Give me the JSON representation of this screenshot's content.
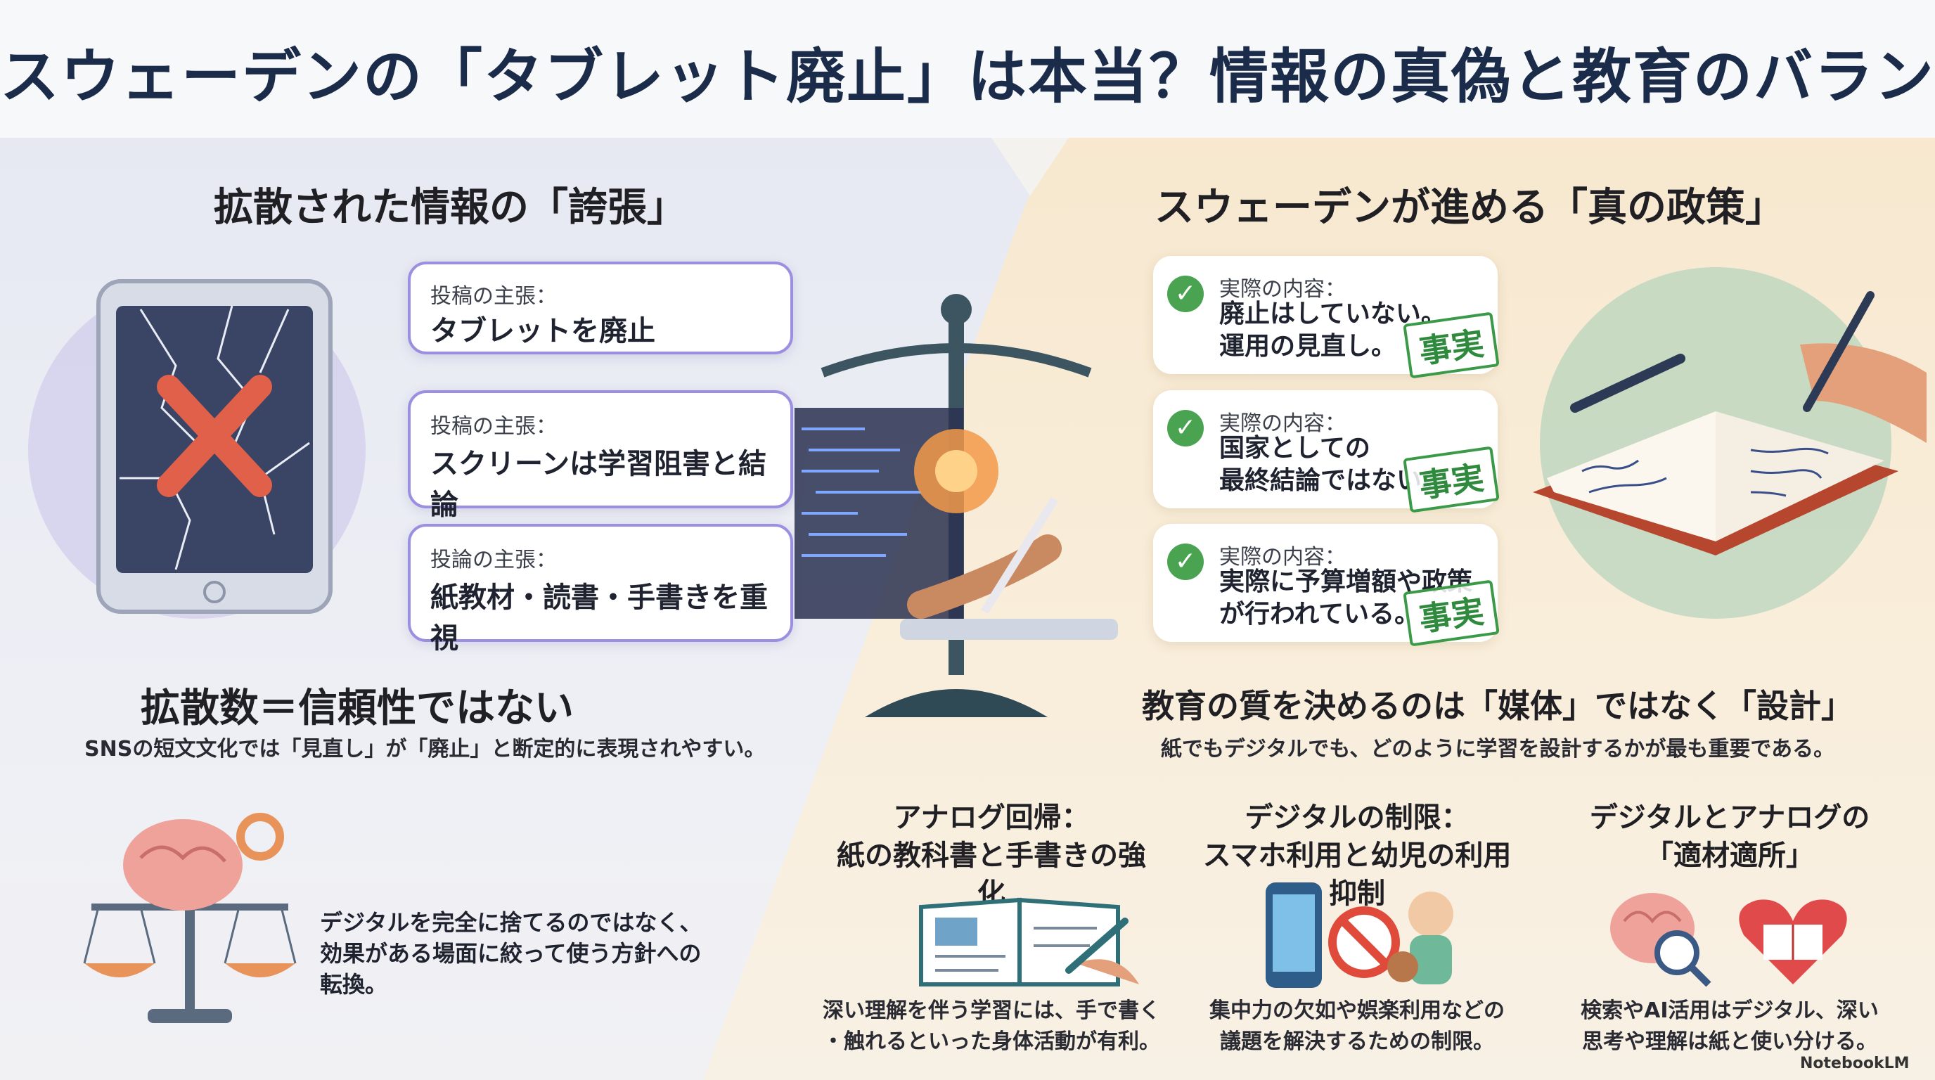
{
  "title": "スウェーデンの「タブレット廃止」は本当？情報の真偽と教育のバランス",
  "left": {
    "heading": "拡散された情報の「誇張」",
    "claims": [
      {
        "label": "投稿の主張：",
        "text": "タブレットを廃止"
      },
      {
        "label": "投稿の主張：",
        "text": "スクリーンは学習阻害と結論"
      },
      {
        "label": "投論の主張：",
        "text": "紙教材・読書・手書きを重視"
      }
    ],
    "subheading": "拡散数＝信頼性ではない",
    "note": "SNSの短文文化では「見直し」が「廃止」と断定的に表現されやすい。",
    "shift": "デジタルを完全に捨てるのではなく、効果がある場面に絞って使う方針への転換。"
  },
  "right": {
    "heading": "スウェーデンが進める「真の政策」",
    "facts": [
      {
        "label": "実際の内容：",
        "line1": "廃止はしていない。",
        "line2": "運用の見直し。",
        "stamp": "事実"
      },
      {
        "label": "実際の内容：",
        "line1": "国家としての",
        "line2": "最終結論ではない。",
        "stamp": "事実"
      },
      {
        "label": "実際の内容：",
        "line1": "実際に予算増額や政策",
        "line2": "が行われている。",
        "stamp": "事実"
      }
    ],
    "subheading": "教育の質を決めるのは「媒体」ではなく「設計」",
    "subnote": "紙でもデジタルでも、どのように学習を設計するかが最も重要である。",
    "columns": [
      {
        "head1": "アナログ回帰：",
        "head2": "紙の教科書と手書きの強化",
        "body1": "深い理解を伴う学習には、手で書く",
        "body2": "・触れるといった身体活動が有利。"
      },
      {
        "head1": "デジタルの制限：",
        "head2": "スマホ利用と幼児の利用抑制",
        "body1": "集中力の欠如や娯楽利用などの",
        "body2": "議題を解決するための制限。"
      },
      {
        "head1": "デジタルとアナログの",
        "head2": "「適材適所」",
        "body1": "検索やAI活用はデジタル、深い",
        "body2": "思考や理解は紙と使い分ける。"
      }
    ]
  },
  "watermark": "NotebookLM",
  "colors": {
    "title": "#1b2b4a",
    "fact_green": "#4aa351",
    "cross_red": "#e0604a",
    "left_bg": "#e6e9f2",
    "right_bg": "#f7e8cf"
  },
  "icons": [
    "broken-tablet-icon",
    "red-x-icon",
    "scales-icon",
    "check-icon",
    "notebook-pen-icon",
    "brain-gear-icon",
    "open-book-icon",
    "phone-prohibited-icon",
    "heart-book-icon"
  ]
}
